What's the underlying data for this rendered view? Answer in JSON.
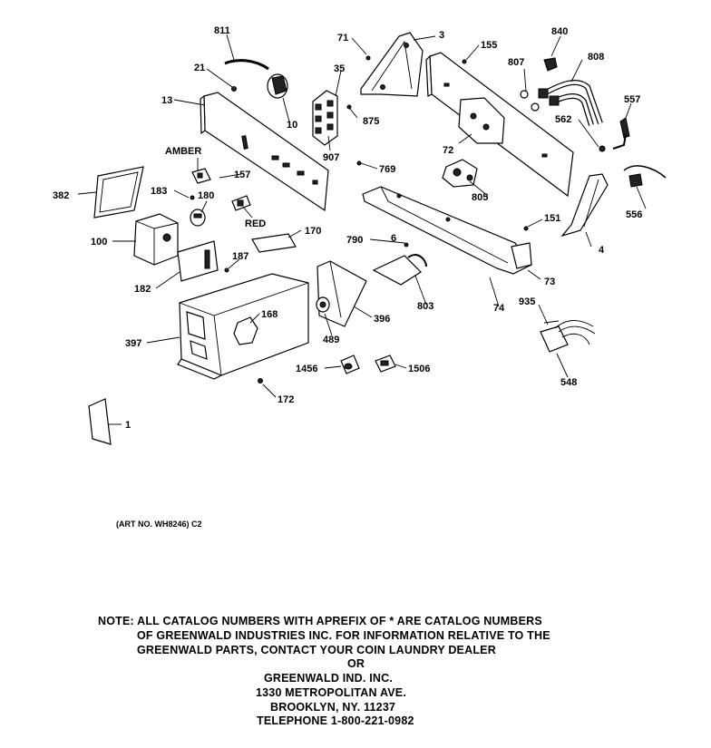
{
  "labels": {
    "p811": "811",
    "p21": "21",
    "p13": "13",
    "p10": "10",
    "p35": "35",
    "p71": "71",
    "p3": "3",
    "p155": "155",
    "p840": "840",
    "p807": "807",
    "p808": "808",
    "p557": "557",
    "p562": "562",
    "p875": "875",
    "p907": "907",
    "p72": "72",
    "amber": "AMBER",
    "p157": "157",
    "p769": "769",
    "p382": "382",
    "p183": "183",
    "p180": "180",
    "red": "RED",
    "p805": "805",
    "p556": "556",
    "p151": "151",
    "p4": "4",
    "p100": "100",
    "p170": "170",
    "p790": "790",
    "p6": "6",
    "p187": "187",
    "p73": "73",
    "p182": "182",
    "p803": "803",
    "p74": "74",
    "p935": "935",
    "p168": "168",
    "p396": "396",
    "p397": "397",
    "p489": "489",
    "p548": "548",
    "p1456": "1456",
    "p1506": "1506",
    "p172": "172",
    "p1": "1"
  },
  "art_number": "(ART NO. WH8246) C2",
  "note_lines": [
    "NOTE: ALL CATALOG NUMBERS WITH APREFIX OF * ARE CATALOG NUMBERS",
    "OF GREENWALD INDUSTRIES INC. FOR INFORMATION RELATIVE TO THE",
    "GREENWALD PARTS, CONTACT YOUR COIN LAUNDRY DEALER",
    "OR",
    "GREENWALD IND. INC.",
    "1330 METROPOLITAN AVE.",
    "BROOKLYN, NY. 11237",
    "TELEPHONE 1-800-221-0982"
  ]
}
